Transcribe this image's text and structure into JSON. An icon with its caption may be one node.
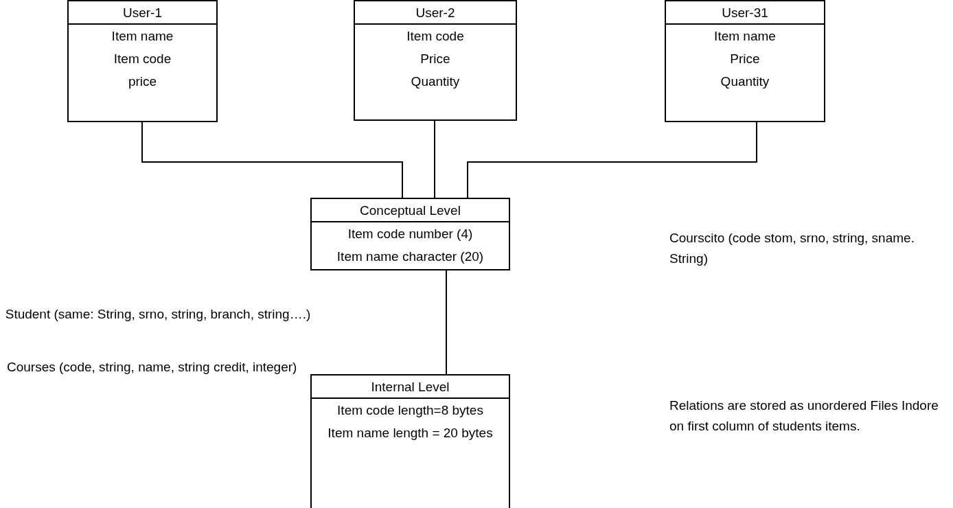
{
  "diagram": {
    "nodes": [
      {
        "text": [
          "User-1",
          "Item name",
          "Item code",
          "price"
        ]
      },
      {
        "text": [
          "User-2",
          "Item code",
          "Price",
          "Quantity"
        ]
      },
      {
        "text": [
          "User-31",
          "Item name",
          "Price",
          "Quantity"
        ]
      },
      {
        "text": [
          "Conceptual Level",
          "Item code number (4)",
          "Item name character (20)"
        ]
      },
      {
        "text": [
          "Internal Level",
          "Item code length=8 bytes",
          "Item name length = 20 bytes"
        ]
      }
    ],
    "edges": [
      {
        "from": 0,
        "to": 3,
        "arrow": "none"
      },
      {
        "from": 1,
        "to": 3,
        "arrow": "none"
      },
      {
        "from": 2,
        "to": 3,
        "arrow": "none"
      },
      {
        "from": 3,
        "to": 4,
        "arrow": "none"
      }
    ],
    "labels": [
      "Courscito (code stom, srno, string, sname. String)",
      "Student (same: String, srno, string, branch, string….)",
      "Courses (code, string, name, string credit, integer)",
      "Relations are stored as unordered Files Indore on first column of students items."
    ]
  }
}
